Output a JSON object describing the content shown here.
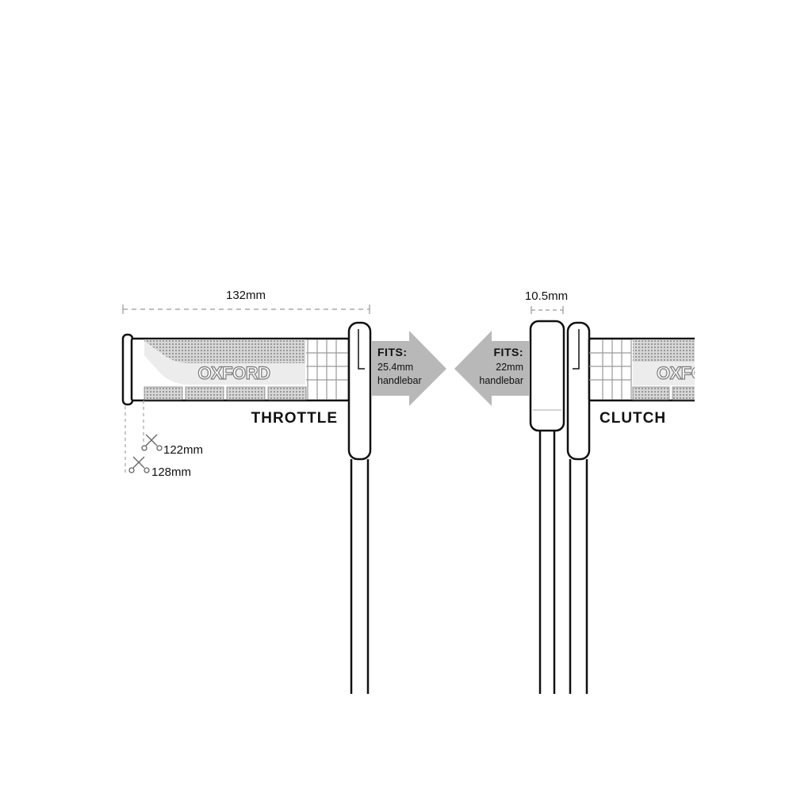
{
  "throttle": {
    "length_label": "132mm",
    "cut1_label": "122mm",
    "cut2_label": "128mm",
    "side_label": "THROTTLE",
    "brand_logo_text": "OXFORD",
    "fits_title": "FITS:",
    "fits_size": "25.4mm",
    "fits_type": "handlebar"
  },
  "clutch": {
    "width_label": "10.5mm",
    "side_label": "CLUTCH",
    "brand_logo_text": "OXFORD",
    "fits_title": "FITS:",
    "fits_size": "22mm",
    "fits_type": "handlebar"
  },
  "colors": {
    "outline": "#111111",
    "grip_grey": "#cfcfcf",
    "arrow_grey": "#b8b8b8",
    "dim_line": "#aaaaaa"
  }
}
